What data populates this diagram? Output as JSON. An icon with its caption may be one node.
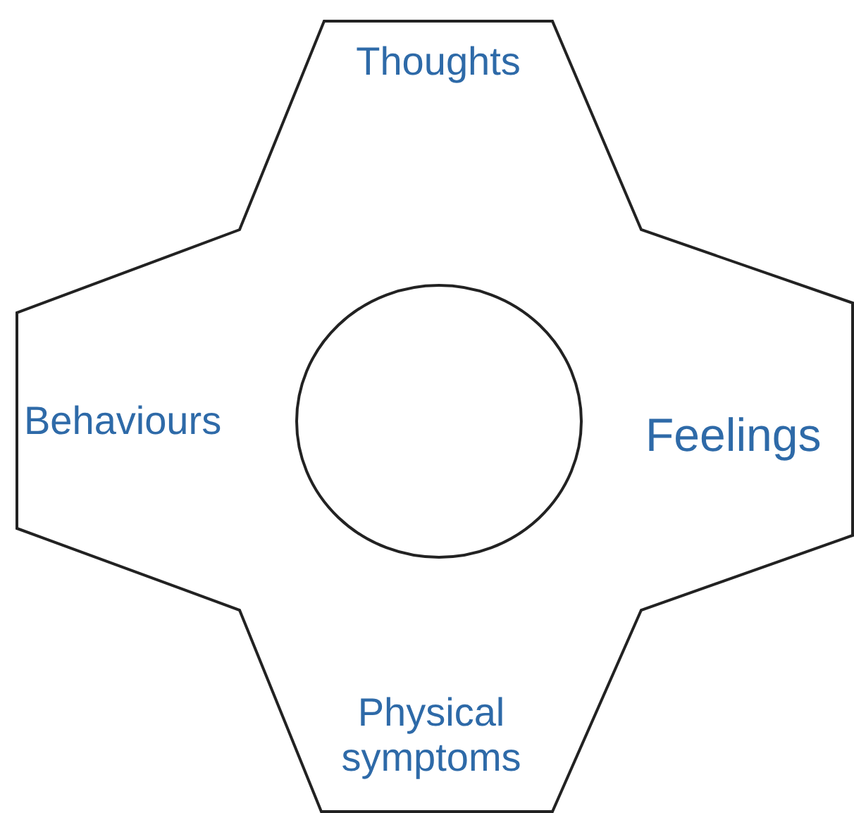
{
  "diagram": {
    "nodes": [
      {
        "text": [
          "Thoughts",
          "Behaviours",
          "Feelings",
          "Physical symptoms"
        ]
      },
      {
        "text": [],
        "shape": "circle",
        "in": 0
      }
    ]
  }
}
